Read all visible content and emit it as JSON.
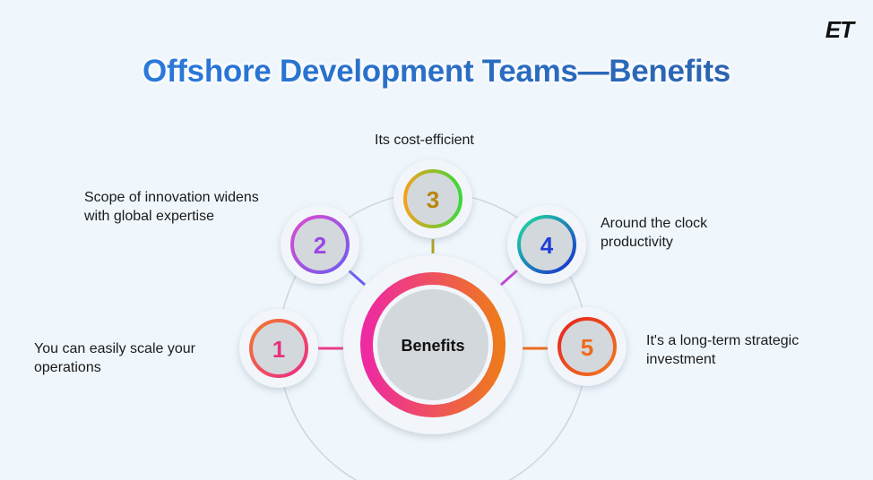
{
  "title": "Offshore Development Teams—Benefits",
  "logo": "ET",
  "center_label": "Benefits",
  "benefits": [
    {
      "number": "1",
      "text_line1": "You can easily scale your",
      "text_line2": "operations",
      "color": "#e8307e"
    },
    {
      "number": "2",
      "text_line1": "Scope of innovation widens",
      "text_line2": "with global expertise",
      "color": "#9b45e6"
    },
    {
      "number": "3",
      "text_line1": "Its cost-efficient",
      "text_line2": "",
      "color": "#b8860b"
    },
    {
      "number": "4",
      "text_line1": "Around the clock",
      "text_line2": "productivity",
      "color": "#1f3fd6"
    },
    {
      "number": "5",
      "text_line1": "It's a long-term strategic",
      "text_line2": "investment",
      "color": "#ee6a1e"
    }
  ]
}
